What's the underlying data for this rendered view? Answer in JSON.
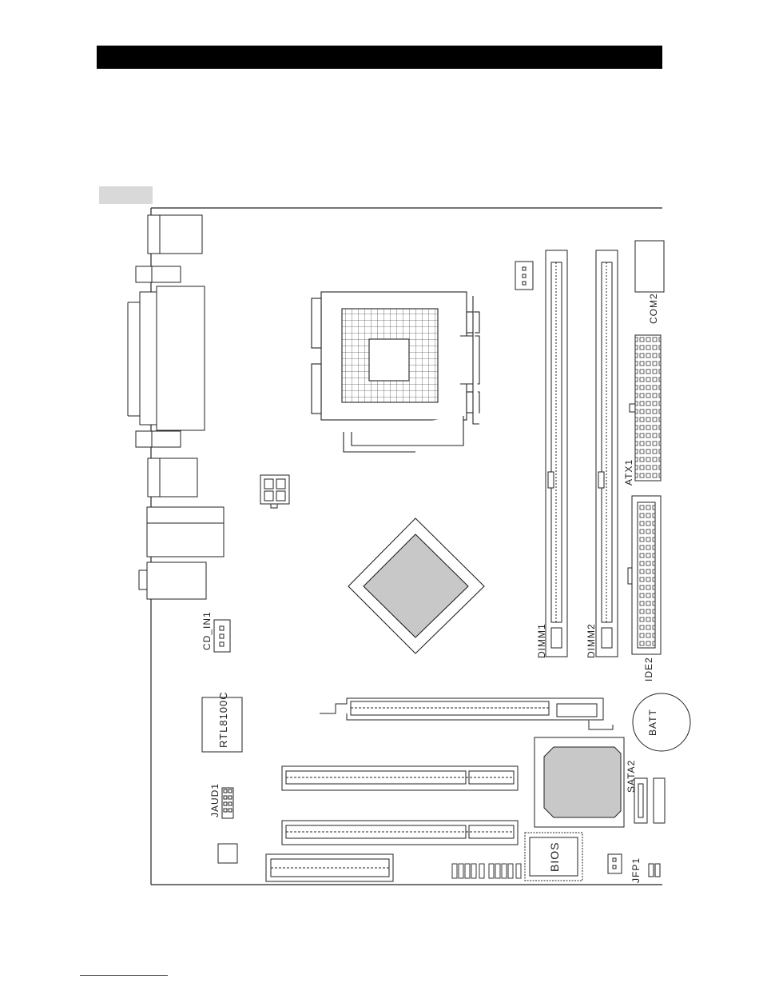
{
  "labels": {
    "com2": "COM2",
    "atx1": "ATX1",
    "dimm1": "DIMM1",
    "dimm2": "DIMM2",
    "ide2": "IDE2",
    "cd_in1": "CD_IN1",
    "rtl8100c": "RTL8100C",
    "batt": "BATT",
    "sata2": "SATA2",
    "jaud1": "JAUD1",
    "bios": "BIOS",
    "jfp1": "JFP1"
  },
  "colors": {
    "header": "#000000",
    "tab": "#d9d9d9",
    "chip_fill": "#c8c8c8",
    "outline": "#222222"
  }
}
